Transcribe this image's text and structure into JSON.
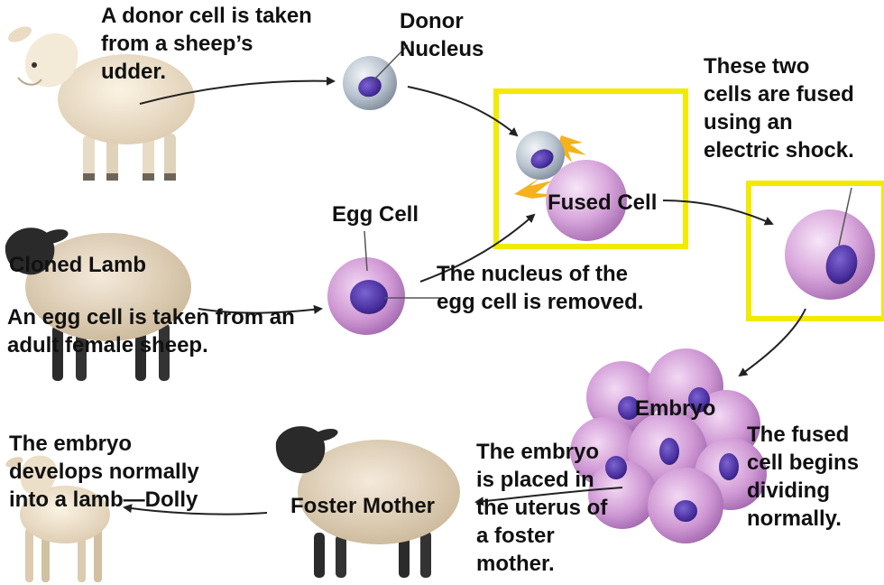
{
  "labels": {
    "donor_caption": "A donor cell is taken\nfrom a sheep’s\nudder.",
    "donor_nucleus": "Donor\nNucleus",
    "fused_instruction": "These two\ncells are fused\nusing an\nelectric shock.",
    "fused_cell": "Fused Cell",
    "egg_cell": "Egg Cell",
    "cloned_lamb": "Cloned Lamb",
    "nucleus_removed": "The nucleus of the\negg cell is removed.",
    "egg_caption": "An egg cell is taken from an\nadult female sheep.",
    "embryo": "Embryo",
    "dividing": "The fused\ncell begins\ndividing\nnormally.",
    "placed": "The embryo\nis placed in\nthe uterus of\na foster\nmother.",
    "develops": "The embryo\ndevelops normally\ninto a lamb—Dolly",
    "foster_mother": "Foster Mother"
  },
  "icons": {
    "donor_sheep": "white-sheep",
    "egg_sheep": "black-faced-sheep",
    "foster_sheep": "black-faced-sheep",
    "lamb": "lamb"
  },
  "colors": {
    "highlight_box": "#f2ea00",
    "cell_pink": "#c98fd0",
    "nucleus_purple": "#4a2f9f",
    "donor_cell_gray": "#b4bdc8",
    "spark": "#f5b21c",
    "arrow": "#222222"
  }
}
